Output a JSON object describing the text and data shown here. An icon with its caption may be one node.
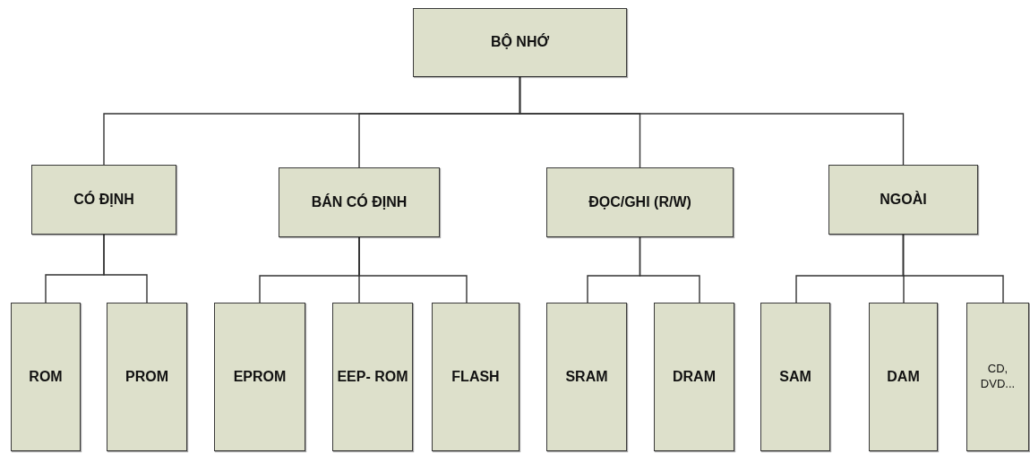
{
  "diagram": {
    "nodes": [
      {
        "text": [
          "BỘ NHỚ"
        ]
      },
      {
        "text": [
          "CÓ ĐỊNH"
        ]
      },
      {
        "text": [
          "BÁN CÓ ĐỊNH"
        ]
      },
      {
        "text": [
          "ĐỌC/GHI (R/W)"
        ]
      },
      {
        "text": [
          "NGOÀI"
        ]
      },
      {
        "text": [
          "ROM"
        ]
      },
      {
        "text": [
          "PROM"
        ]
      },
      {
        "text": [
          "EPROM"
        ]
      },
      {
        "text": [
          "EEP- ROM"
        ]
      },
      {
        "text": [
          "FLASH"
        ]
      },
      {
        "text": [
          "SRAM"
        ]
      },
      {
        "text": [
          "DRAM"
        ]
      },
      {
        "text": [
          "SAM"
        ]
      },
      {
        "text": [
          "DAM"
        ]
      },
      {
        "text": [
          "CD, DVD..."
        ]
      }
    ],
    "edges": [
      {
        "from": 0,
        "to": 1,
        "arrow": "none"
      },
      {
        "from": 0,
        "to": 2,
        "arrow": "none"
      },
      {
        "from": 0,
        "to": 3,
        "arrow": "none"
      },
      {
        "from": 0,
        "to": 4,
        "arrow": "none"
      },
      {
        "from": 1,
        "to": 5,
        "arrow": "none"
      },
      {
        "from": 1,
        "to": 6,
        "arrow": "none"
      },
      {
        "from": 2,
        "to": 7,
        "arrow": "none"
      },
      {
        "from": 2,
        "to": 8,
        "arrow": "none"
      },
      {
        "from": 2,
        "to": 9,
        "arrow": "none"
      },
      {
        "from": 3,
        "to": 10,
        "arrow": "none"
      },
      {
        "from": 3,
        "to": 11,
        "arrow": "none"
      },
      {
        "from": 4,
        "to": 12,
        "arrow": "none"
      },
      {
        "from": 4,
        "to": 13,
        "arrow": "none"
      },
      {
        "from": 4,
        "to": 14,
        "arrow": "none"
      }
    ]
  }
}
